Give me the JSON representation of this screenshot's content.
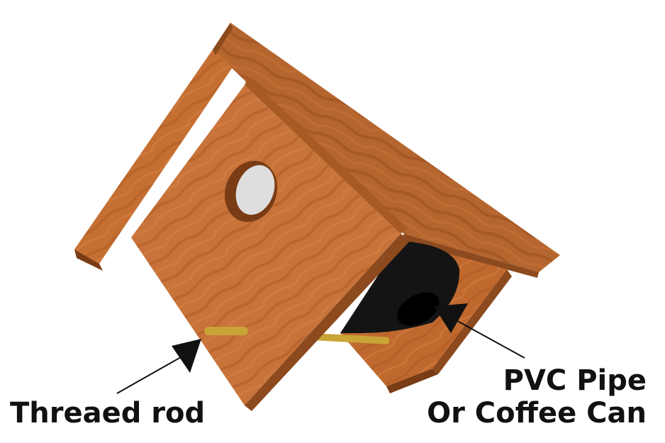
{
  "labels": {
    "threaded_rod": "Threaed rod",
    "pvc_line1": "PVC Pipe",
    "pvc_line2": "Or Coffee Can"
  },
  "colors": {
    "wood_front": "#c8733a",
    "wood_roof": "#b5652e",
    "wood_edge": "#8c4a1e",
    "wood_dark": "#7a3c15",
    "pipe": "#141414",
    "rod": "#c9a436",
    "text": "#111111"
  }
}
